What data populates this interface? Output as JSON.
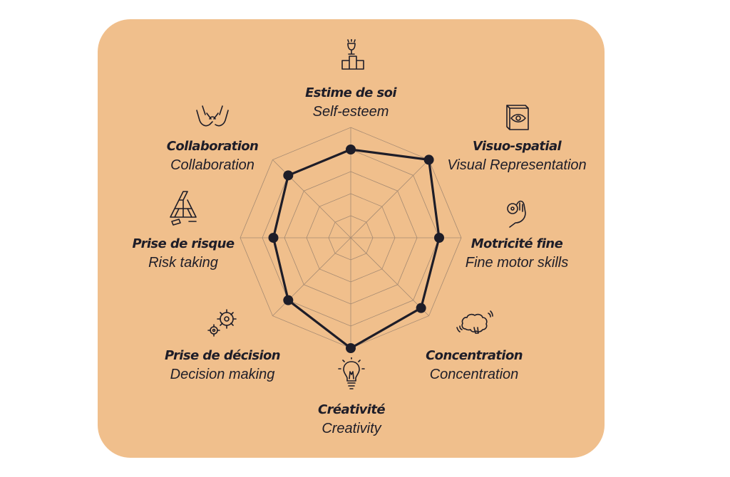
{
  "chart_data": {
    "type": "radar",
    "scale": [
      0,
      5
    ],
    "rings": 5,
    "grid": true,
    "axes": [
      {
        "title": "Estime de soi",
        "subtitle": "Self-esteem",
        "icon": "trophy-podium-icon",
        "value": 4
      },
      {
        "title": "Visuo-spatial",
        "subtitle": "Visual Representation",
        "icon": "eye-cube-icon",
        "value": 5
      },
      {
        "title": "Motricité fine",
        "subtitle": "Fine motor skills",
        "icon": "hand-pinch-icon",
        "value": 4
      },
      {
        "title": "Concentration",
        "subtitle": "Concentration",
        "icon": "brain-icon",
        "value": 4.5
      },
      {
        "title": "Créativité",
        "subtitle": "Creativity",
        "icon": "lightbulb-icon",
        "value": 5
      },
      {
        "title": "Prise de décision",
        "subtitle": "Decision making",
        "icon": "gears-icon",
        "value": 4
      },
      {
        "title": "Prise de risque",
        "subtitle": "Risk taking",
        "icon": "card-house-icon",
        "value": 3.5
      },
      {
        "title": "Collaboration",
        "subtitle": "Collaboration",
        "icon": "pinky-promise-icon",
        "value": 4
      }
    ],
    "colors": {
      "background": "#f0bf8c",
      "series": "#1e1d28",
      "grid": "#a58a72"
    }
  }
}
